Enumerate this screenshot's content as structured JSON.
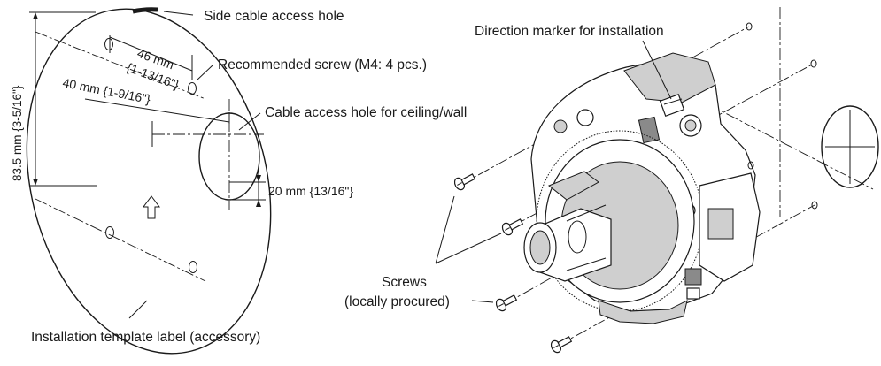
{
  "labels": {
    "side_cable_hole": "Side cable access hole",
    "recommended_screw": "Recommended screw (M4: 4 pcs.)",
    "cable_hole_ceiling": "Cable access hole for ceiling/wall",
    "template_label": "Installation template label (accessory)",
    "direction_marker": "Direction marker for installation",
    "screws_line1": "Screws",
    "screws_line2": "(locally procured)"
  },
  "dimensions": {
    "height": "83.5 mm {3-5/16\"}",
    "screw_spacing_mm": "46 mm",
    "screw_spacing_in": "{1-13/16\"}",
    "hole_offset": "40 mm {1-9/16\"}",
    "hole_diameter": "20 mm {13/16\"}"
  }
}
